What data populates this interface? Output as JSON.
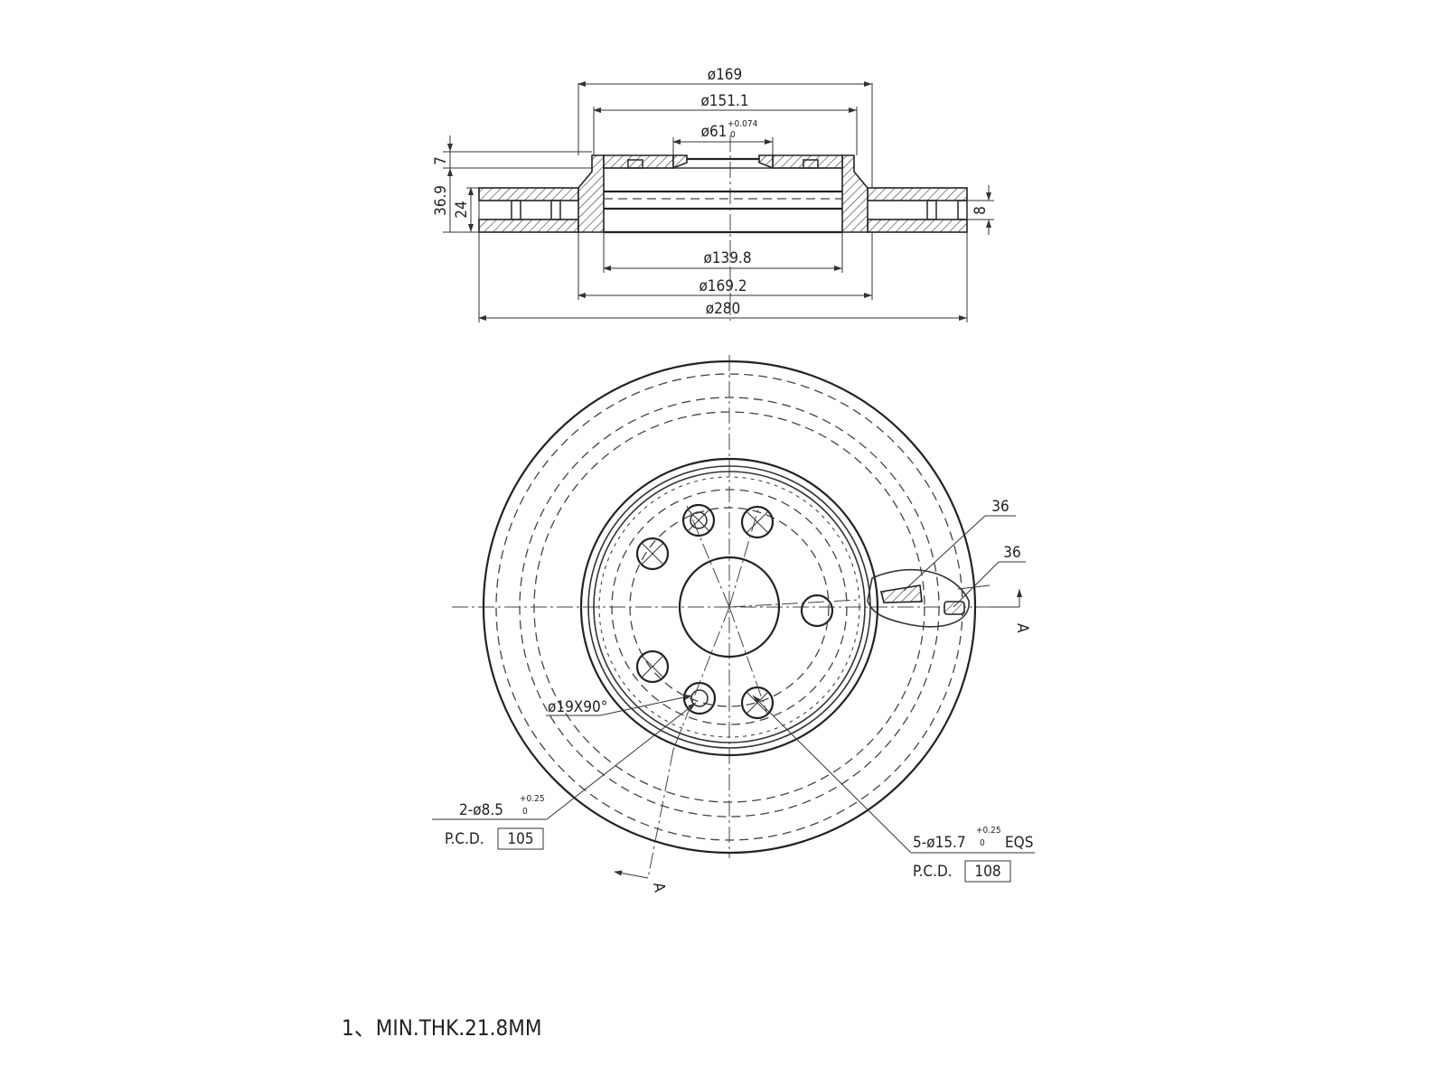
{
  "section_view": {
    "dims_top": {
      "d169": "ø169",
      "d151": "ø151.1",
      "d61": "ø61",
      "d61_tol_upper": "+0.074",
      "d61_tol_lower": "0"
    },
    "dims_bottom": {
      "d139": "ø139.8",
      "d169_2": "ø169.2",
      "d280": "ø280"
    },
    "dims_left": {
      "h36_9": "36.9",
      "h24": "24",
      "h7": "7"
    },
    "dims_right": {
      "h8": "8"
    }
  },
  "front_view": {
    "vent_label_1": "36",
    "vent_label_2": "36",
    "section_marker_right": "A",
    "section_marker_bottom": "A",
    "countersink": "ø19X90°",
    "small_holes": {
      "prefix": "2-ø8.5",
      "tol_upper": "+0.25",
      "tol_lower": "0",
      "pcd_label": "P.C.D.",
      "pcd_value": "105"
    },
    "bolt_holes": {
      "prefix": "5-ø15.7",
      "tol_upper": "+0.25",
      "tol_lower": "0",
      "suffix": "EQS",
      "pcd_label": "P.C.D.",
      "pcd_value": "108"
    }
  },
  "notes": {
    "note1": "1、MIN.THK.21.8MM"
  }
}
